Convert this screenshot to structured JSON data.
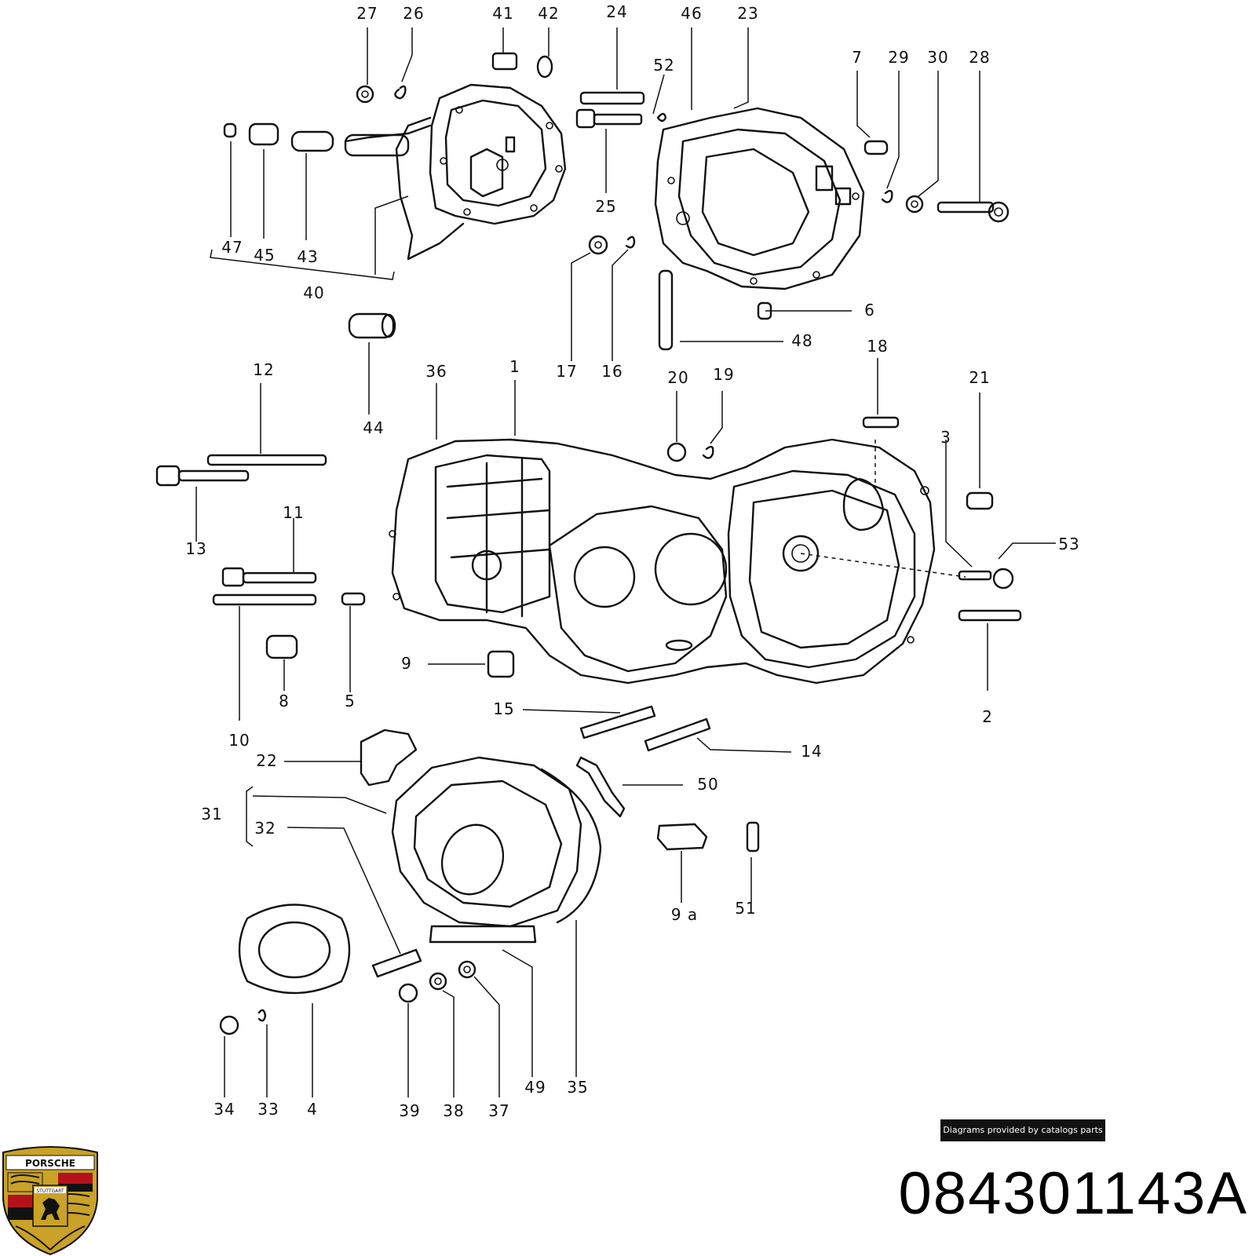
{
  "diagram": {
    "callouts": [
      {
        "id": "c27",
        "text": "27"
      },
      {
        "id": "c26",
        "text": "26"
      },
      {
        "id": "c41",
        "text": "41"
      },
      {
        "id": "c42",
        "text": "42"
      },
      {
        "id": "c24",
        "text": "24"
      },
      {
        "id": "c46",
        "text": "46"
      },
      {
        "id": "c23",
        "text": "23"
      },
      {
        "id": "c52",
        "text": "52"
      },
      {
        "id": "c7",
        "text": "7"
      },
      {
        "id": "c29",
        "text": "29"
      },
      {
        "id": "c30",
        "text": "30"
      },
      {
        "id": "c28",
        "text": "28"
      },
      {
        "id": "c47",
        "text": "47"
      },
      {
        "id": "c45",
        "text": "45"
      },
      {
        "id": "c43",
        "text": "43"
      },
      {
        "id": "c40",
        "text": "40"
      },
      {
        "id": "c25",
        "text": "25"
      },
      {
        "id": "c6",
        "text": "6"
      },
      {
        "id": "c48",
        "text": "48"
      },
      {
        "id": "c17",
        "text": "17"
      },
      {
        "id": "c16",
        "text": "16"
      },
      {
        "id": "c44",
        "text": "44"
      },
      {
        "id": "c12",
        "text": "12"
      },
      {
        "id": "c36",
        "text": "36"
      },
      {
        "id": "c1",
        "text": "1"
      },
      {
        "id": "c20",
        "text": "20"
      },
      {
        "id": "c19",
        "text": "19"
      },
      {
        "id": "c18",
        "text": "18"
      },
      {
        "id": "c21",
        "text": "21"
      },
      {
        "id": "c3",
        "text": "3"
      },
      {
        "id": "c53",
        "text": "53"
      },
      {
        "id": "c13",
        "text": "13"
      },
      {
        "id": "c11",
        "text": "11"
      },
      {
        "id": "c9",
        "text": "9"
      },
      {
        "id": "c8",
        "text": "8"
      },
      {
        "id": "c5",
        "text": "5"
      },
      {
        "id": "c10",
        "text": "10"
      },
      {
        "id": "c15",
        "text": "15"
      },
      {
        "id": "c14",
        "text": "14"
      },
      {
        "id": "c2",
        "text": "2"
      },
      {
        "id": "c22",
        "text": "22"
      },
      {
        "id": "c50",
        "text": "50"
      },
      {
        "id": "c31",
        "text": "31"
      },
      {
        "id": "c32",
        "text": "32"
      },
      {
        "id": "c9a",
        "text": "9 a"
      },
      {
        "id": "c51",
        "text": "51"
      },
      {
        "id": "c34",
        "text": "34"
      },
      {
        "id": "c33",
        "text": "33"
      },
      {
        "id": "c4",
        "text": "4"
      },
      {
        "id": "c39",
        "text": "39"
      },
      {
        "id": "c38",
        "text": "38"
      },
      {
        "id": "c37",
        "text": "37"
      },
      {
        "id": "c49",
        "text": "49"
      },
      {
        "id": "c35",
        "text": "35"
      }
    ]
  },
  "provider_badge": "Diagrams provided by catalogs parts",
  "part_number": "084301143A",
  "logo": {
    "brand_text": "PORSCHE",
    "city_text": "STUTTGART",
    "colors": {
      "gold": "#c9a227",
      "red": "#b3121a",
      "black": "#111111"
    }
  }
}
